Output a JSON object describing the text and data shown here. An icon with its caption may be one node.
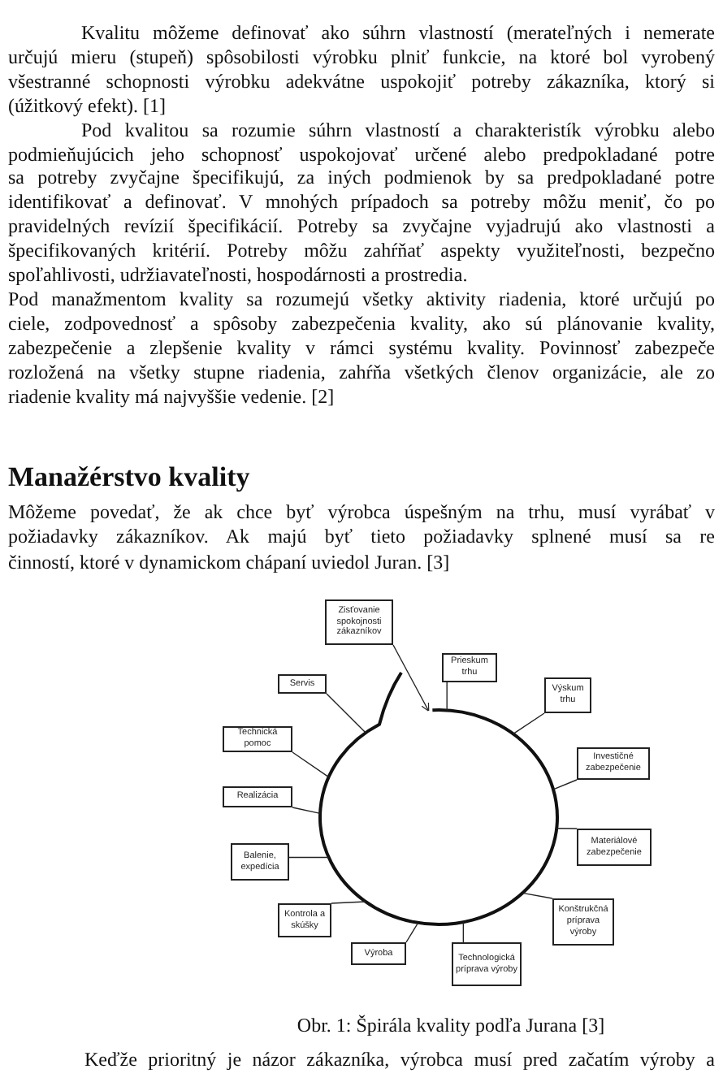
{
  "diagram": {
    "title": "Manažérstvo kvality",
    "caption": "Obr. 1: Špirála kvality podľa Jurana [3]",
    "nodes": [
      {
        "text": [],
        "shape": "circle"
      },
      {
        "text": [
          "Zisťovanie spokojnosti zákazníkov"
        ]
      },
      {
        "text": [
          "Prieskum trhu"
        ]
      },
      {
        "text": [
          "Servis"
        ]
      },
      {
        "text": [
          "Výskum trhu"
        ]
      },
      {
        "text": [
          "Technická pomoc"
        ]
      },
      {
        "text": [
          "Investičné zabezpečenie"
        ]
      },
      {
        "text": [
          "Realizácia"
        ]
      },
      {
        "text": [
          "Materiálové zabezpečenie"
        ]
      },
      {
        "text": [
          "Balenie, expedícia"
        ]
      },
      {
        "text": [
          "Konštrukčná príprava výroby"
        ]
      },
      {
        "text": [
          "Kontrola a skúšky"
        ]
      },
      {
        "text": [
          "Výroba"
        ]
      },
      {
        "text": [
          "Technologická príprava výroby"
        ]
      }
    ],
    "edges": [
      {
        "from": 1,
        "to": 0,
        "arrow": "to"
      },
      {
        "from": 2,
        "to": 0,
        "arrow": "none"
      },
      {
        "from": 3,
        "to": 0,
        "arrow": "none"
      },
      {
        "from": 4,
        "to": 0,
        "arrow": "none"
      },
      {
        "from": 5,
        "to": 0,
        "arrow": "none"
      },
      {
        "from": 6,
        "to": 0,
        "arrow": "none"
      },
      {
        "from": 7,
        "to": 0,
        "arrow": "none"
      },
      {
        "from": 8,
        "to": 0,
        "arrow": "none"
      },
      {
        "from": 9,
        "to": 0,
        "arrow": "none"
      },
      {
        "from": 10,
        "to": 0,
        "arrow": "none"
      },
      {
        "from": 11,
        "to": 0,
        "arrow": "none"
      },
      {
        "from": 12,
        "to": 0,
        "arrow": "none"
      },
      {
        "from": 13,
        "to": 0,
        "arrow": "none"
      }
    ],
    "labels": [
      "Kvalitu môžeme definovať ako súhrn vlastností (merateľných i nemerate",
      "určujú mieru (stupeň) spôsobilosti výrobku plniť funkcie, na ktoré bol vyrobený",
      "všestranné schopnosti výrobku adekvátne uspokojiť potreby zákazníka, ktorý si",
      "(úžitkový efekt).  [1]",
      "Pod kvalitou sa rozumie súhrn vlastností a charakteristík výrobku alebo",
      "podmieňujúcich jeho schopnosť uspokojovať určené alebo predpokladané potre",
      "sa potreby zvyčajne špecifikujú, za iných podmienok by sa predpokladané potre",
      "identifikovať a definovať. V mnohých prípadoch sa potreby môžu meniť, čo po",
      "pravidelných revízií špecifikácií. Potreby sa zvyčajne vyjadrujú ako vlastnosti a",
      "špecifikovaných kritérií. Potreby môžu zahŕňať aspekty využiteľnosti, bezpečno",
      "spoľahlivosti, udržiavateľnosti, hospodárnosti a prostredia.",
      "Pod manažmentom kvality sa rozumejú všetky aktivity riadenia, ktoré určujú po",
      "ciele, zodpovednosť a spôsoby zabezpečenia kvality, ako sú plánovanie kvality,",
      "zabezpečenie a zlepšenie kvality v rámci systému kvality. Povinnosť zabezpeče",
      "rozložená na všetky stupne riadenia, zahŕňa všetkých členov organizácie, ale zo",
      "riadenie kvality má najvyššie vedenie. [2]",
      "Môžeme povedať, že ak chce byť výrobca úspešným na trhu, musí vyrábať v",
      "požiadavky zákazníkov. Ak majú byť tieto požiadavky splnené musí sa re",
      "činností, ktoré v dynamickom chápaní uviedol Juran. [3]",
      "Keďže prioritný je názor zákazníka, výrobca musí pred začatím výroby a"
    ]
  }
}
